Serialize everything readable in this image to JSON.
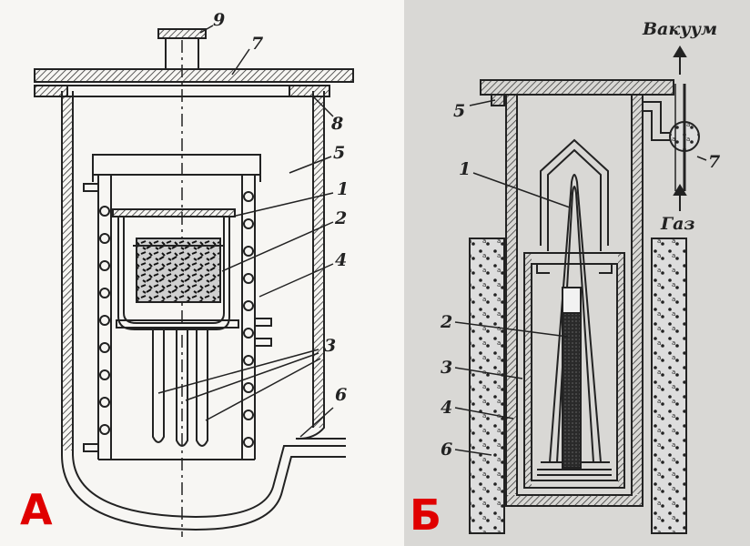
{
  "panel_a": {
    "letter": "А",
    "labels": {
      "n9": "9",
      "n7": "7",
      "n8": "8",
      "n5": "5",
      "n1": "1",
      "n2": "2",
      "n4": "4",
      "n3": "3",
      "n6": "6"
    }
  },
  "panel_b": {
    "letter": "Б",
    "labels": {
      "vacuum": "Вакуум",
      "gas": "Газ",
      "n5": "5",
      "n1": "1",
      "n7": "7",
      "n2": "2",
      "n3": "3",
      "n4": "4",
      "n6": "6"
    }
  },
  "colors": {
    "letter": "#e00000",
    "line": "#222222"
  }
}
